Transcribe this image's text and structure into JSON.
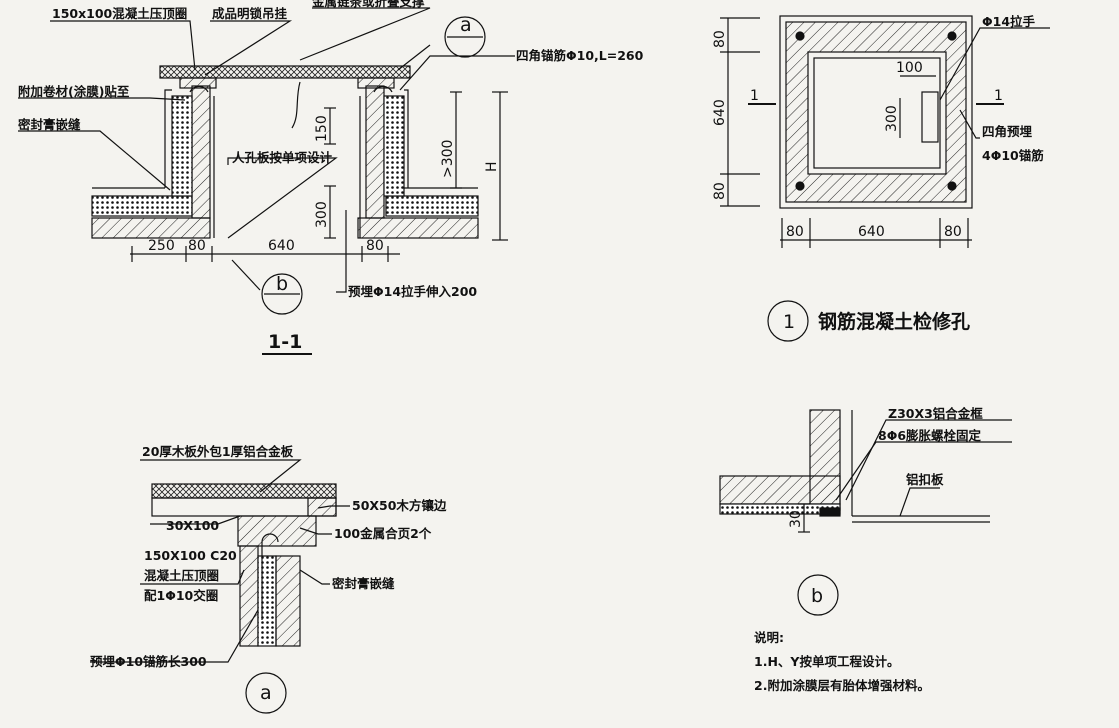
{
  "section_1_1": {
    "labels": {
      "top_ring": "150x100混凝土压顶圈",
      "lock_hanger": "成品明锁吊挂",
      "chain": "金属链条或折叠支撑",
      "anchor": "四角锚筋Φ10,L=260",
      "membrane": "附加卷材(涂膜)贴至",
      "sealant": "密封膏嵌缝",
      "manhole_plate": "人孔板按单项设计",
      "handle": "预埋Φ14拉手伸入200"
    },
    "dims": {
      "d250": "250",
      "d80a": "80",
      "d640": "640",
      "d80b": "80",
      "d150": "150",
      "d300a": ">300",
      "d300b": "300",
      "h": "H"
    },
    "detail_tag_a": "a",
    "detail_tag_b": "b",
    "section_title": "1-1"
  },
  "plan_1": {
    "labels": {
      "handle": "Φ14拉手",
      "embed": "四角预埋",
      "rebar": "4Φ10锚筋"
    },
    "dims": {
      "top80": "80",
      "mid640": "640",
      "bot80": "80",
      "d100": "100",
      "d300": "300",
      "b80a": "80",
      "b640": "640",
      "b80b": "80",
      "cut_left": "1",
      "cut_right": "1"
    },
    "title_num": "1",
    "title": "钢筋混凝土检修孔"
  },
  "detail_a": {
    "labels": {
      "cover": "20厚木板外包1厚铝合金板",
      "edge": "50X50木方镶边",
      "strip": "30X100",
      "hinge": "100金属合页2个",
      "ring1": "150X100 C20",
      "ring2": "混凝土压顶圈",
      "ring3": "配1Φ10交圈",
      "sealant": "密封膏嵌缝",
      "anchor": "预埋Φ10锚筋长300"
    },
    "tag": "a"
  },
  "detail_b": {
    "labels": {
      "frame": "Z30X3铝合金框",
      "bolt": "8Φ6膨胀螺栓固定",
      "plate": "铝扣板"
    },
    "dims": {
      "d30": "30"
    },
    "tag": "b"
  },
  "notes": {
    "heading": "说明:",
    "items": [
      "1.H、Y按单项工程设计。",
      "2.附加涂膜层有胎体增强材料。"
    ]
  }
}
